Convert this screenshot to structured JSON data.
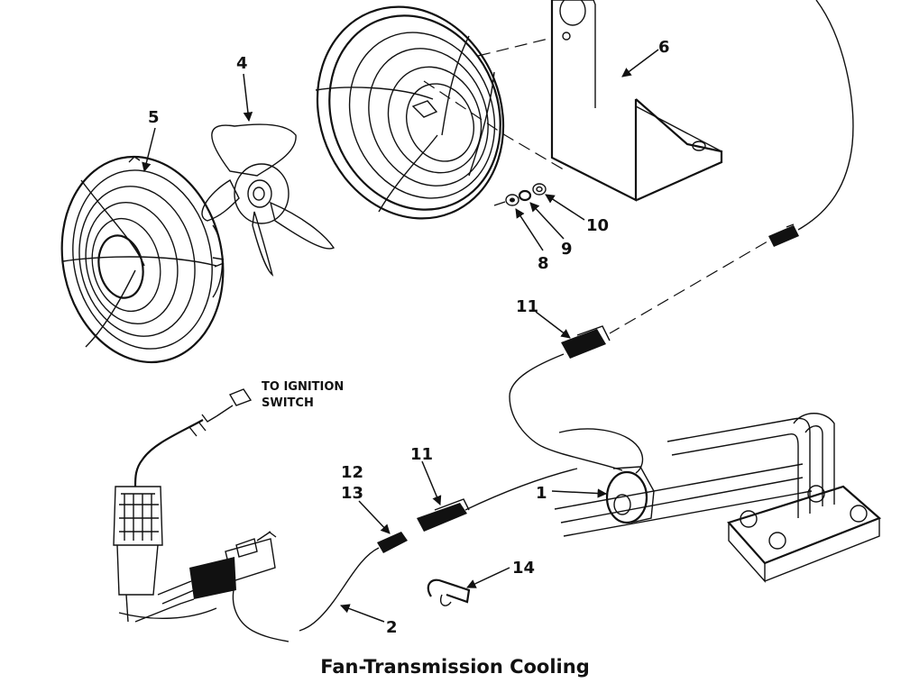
{
  "caption": "Fan-Transmission Cooling",
  "notes": {
    "ignition_line1": "TO IGNITION",
    "ignition_line2": "SWITCH"
  },
  "callouts": {
    "c1": "1",
    "c2": "2",
    "c4": "4",
    "c5": "5",
    "c6": "6",
    "c8": "8",
    "c9": "9",
    "c10": "10",
    "c11a": "11",
    "c11b": "11",
    "c12": "12",
    "c13": "13",
    "c14": "14"
  }
}
